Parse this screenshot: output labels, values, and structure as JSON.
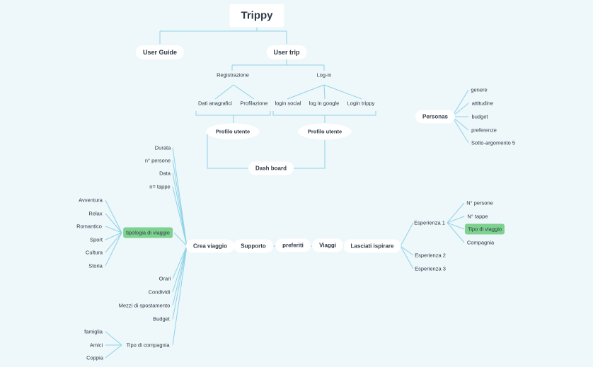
{
  "root": "Trippy",
  "user_guide": "User Guide",
  "user_trip": "User trip",
  "registrazione": "Registrazione",
  "login": "Log-in",
  "dati_anagrafici": "Dati anagrafici",
  "profilazione": "Profilazione",
  "login_social": "login social",
  "login_google": "log in google",
  "login_trippy": "Login trippy",
  "profilo_utente": "Profilo utente",
  "dash_board": "Dash board",
  "personas": {
    "label": "Personas",
    "items": [
      "genere",
      "attitudine",
      "budget",
      "preferenze",
      "Sotto-argomento 5"
    ]
  },
  "crea_viaggio": "Crea viaggio",
  "crea_items_top": [
    "Durata",
    "n° persone",
    "Data",
    "n= tappe"
  ],
  "tipologia": {
    "label": "tipologia di viaggio",
    "items": [
      "Avventura",
      "Relax",
      "Romantico",
      "Sport",
      "Cultura",
      "Storia"
    ]
  },
  "crea_items_bottom": [
    "Orari",
    "Condividi",
    "Mezzi di spostamento",
    "Budget"
  ],
  "compagnia": {
    "label": "Tipo di compagnia",
    "items": [
      "famiglia",
      "Amici",
      "Coppia"
    ]
  },
  "supporto": "Supporto",
  "preferiti": "preferiti",
  "viaggi": "Viaggi",
  "lasciati_ispirare": "Lasciati ispirare",
  "esperienza1": {
    "label": "Esperienza 1",
    "items": [
      "N° persone",
      "N° tappe",
      "Tipo di viaggio",
      "Compagnia"
    ]
  },
  "esperienza2": "Esperienza 2",
  "esperienza3": "Esperienza 3",
  "colors": {
    "line": "#8fd3e8",
    "background": "#eef7fa",
    "highlight": "#7ed28f",
    "text": "#2e3a46"
  }
}
